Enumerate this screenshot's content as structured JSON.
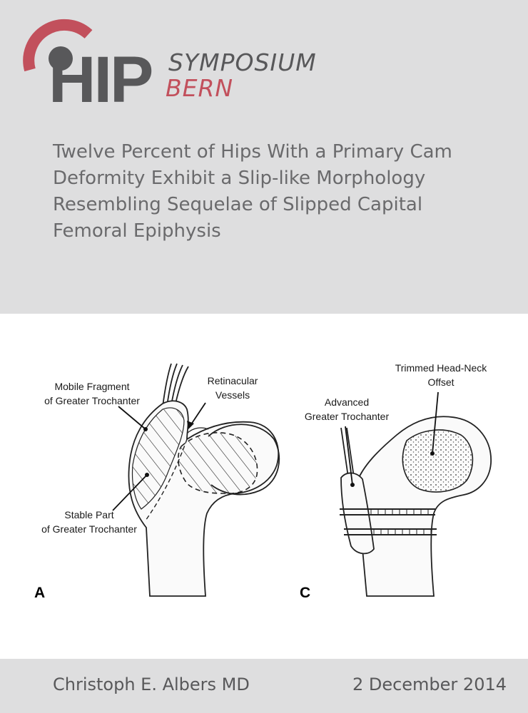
{
  "logo": {
    "main": "HIP",
    "line1": "SYMPOSIUM",
    "line2": "BERN",
    "colors": {
      "gray": "#58585a",
      "accent": "#c2505c"
    }
  },
  "title": "Twelve Percent of Hips With a Primary Cam Deformity Exhibit a Slip-like Morphology Resembling Sequelae of Slipped Capital Femoral Epiphysis",
  "figure": {
    "panels": [
      {
        "letter": "A",
        "labels": {
          "mobile_fragment": [
            "Mobile Fragment",
            "of Greater Trochanter"
          ],
          "retinacular": [
            "Retinacular",
            "Vessels"
          ],
          "stable_part": [
            "Stable Part",
            "of Greater Trochanter"
          ]
        }
      },
      {
        "letter": "C",
        "labels": {
          "trimmed": [
            "Trimmed Head-Neck",
            "Offset"
          ],
          "advanced": [
            "Advanced",
            "Greater Trochanter"
          ]
        }
      }
    ]
  },
  "footer": {
    "author": "Christoph E. Albers MD",
    "date": "2 December 2014"
  }
}
